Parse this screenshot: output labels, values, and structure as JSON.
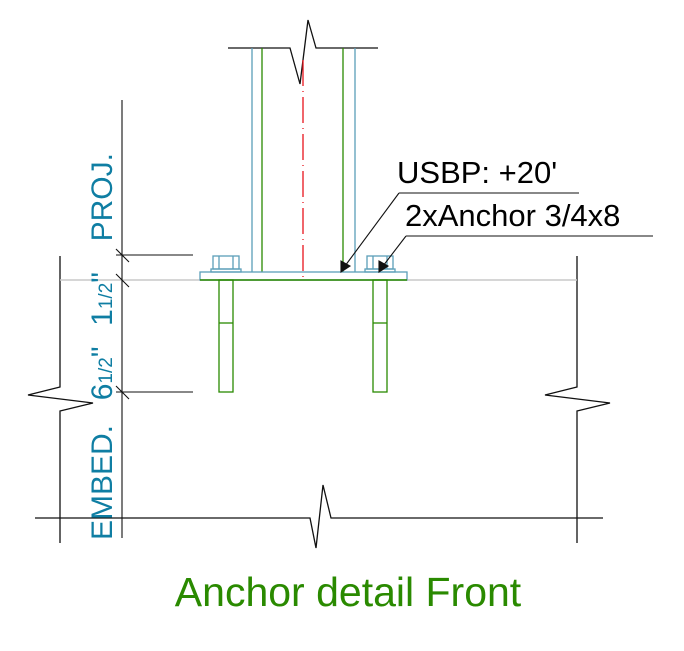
{
  "title": "Anchor detail Front",
  "callouts": {
    "base_plate": "USBP: +20'",
    "anchors": "2xAnchor 3/4x8"
  },
  "dimension": {
    "embed_label": "EMBED.",
    "embed_whole": "6",
    "embed_frac": "1/2",
    "embed_unit": "\"",
    "proj_whole": "1",
    "proj_frac": "1/2",
    "proj_unit": "\"",
    "proj_label": "PROJ."
  },
  "colors": {
    "steel": "#5b9fb8",
    "anchor": "#2a8a00",
    "centerline": "#e8141c",
    "dimension_text": "#0f7ea3",
    "title": "#2a8a00"
  }
}
